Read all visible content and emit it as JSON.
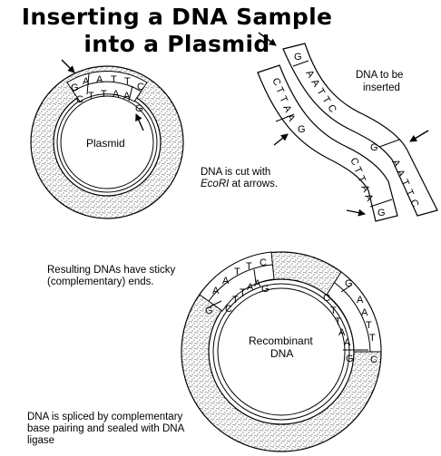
{
  "title": {
    "line1": "Inserting a DNA Sample",
    "line2": "into a Plasmid"
  },
  "labels": {
    "plasmid": "Plasmid",
    "dna_to_insert_line1": "DNA to be",
    "dna_to_insert_line2": "inserted",
    "recombinant_line1": "Recombinant",
    "recombinant_line2": "DNA",
    "ecori_prefix": "DNA is cut with",
    "ecori_enzyme": "EcoRI",
    "ecori_suffix": " at arrows.",
    "sticky_line1": "Resulting DNAs have sticky",
    "sticky_line2": "(complementary) ends.",
    "spliced_line1": "DNA is spliced by complementary",
    "spliced_line2": "base pairing and sealed with DNA",
    "spliced_line3": "ligase"
  },
  "bases": {
    "plasmid_top": [
      "G",
      "A",
      "A",
      "T",
      "T",
      "C"
    ],
    "plasmid_bottom": [
      "C",
      "T",
      "T",
      "A",
      "A",
      "G"
    ],
    "insert_top_strand": [
      "G",
      "A",
      "A",
      "T",
      "T",
      "C"
    ],
    "insert_bottom_strand": [
      "C",
      "T",
      "T",
      "A",
      "A",
      "G"
    ],
    "recombinant_left_outer": [
      "G",
      "A",
      "A",
      "T",
      "T",
      "C"
    ],
    "recombinant_left_inner": [
      "C",
      "T",
      "T",
      "A",
      "A",
      "G"
    ],
    "recombinant_right_outer": [
      "G",
      "A",
      "A",
      "T",
      "T",
      "C"
    ],
    "recombinant_right_inner": [
      "C",
      "T",
      "T",
      "A",
      "A",
      "G"
    ]
  },
  "colors": {
    "ink": "#000000",
    "paper": "#ffffff",
    "stipple": "#000000"
  }
}
